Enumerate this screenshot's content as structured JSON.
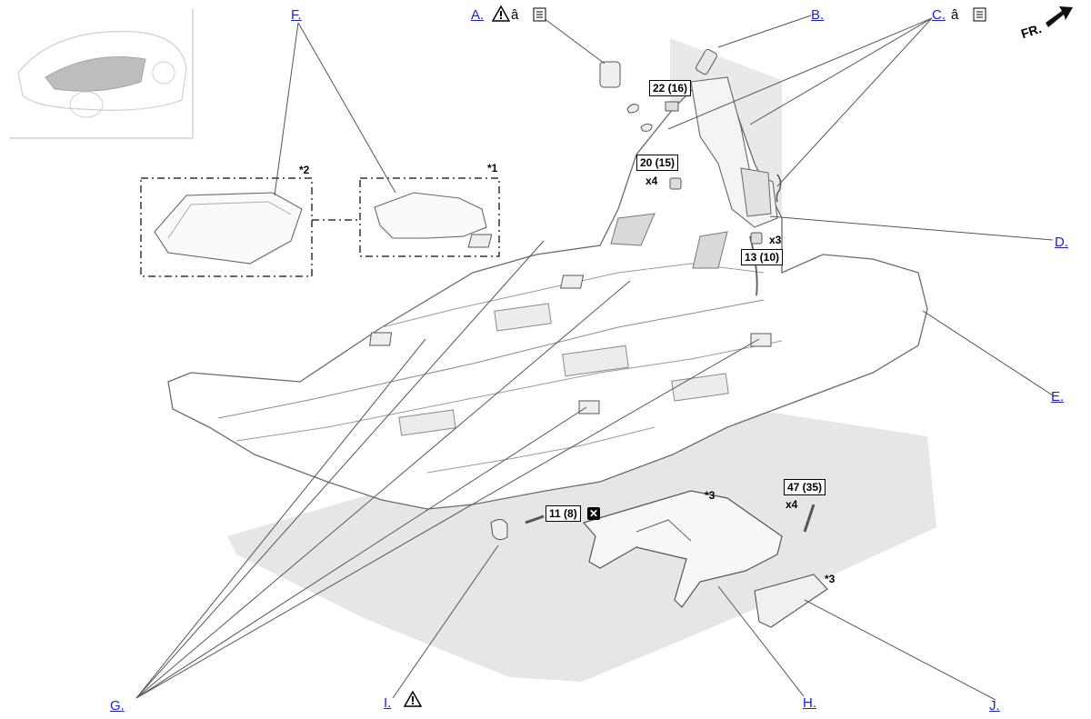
{
  "callouts": {
    "a": "A.",
    "b": "B.",
    "c": "C.",
    "d": "D.",
    "e": "E.",
    "f": "F.",
    "g": "G.",
    "h": "H.",
    "i": "I.",
    "j": "J."
  },
  "callout_suffix": "â",
  "torque": {
    "t22": "22 (16)",
    "t20": "20 (15)",
    "t13": "13 (10)",
    "t11": "11 (8)",
    "t47": "47 (35)"
  },
  "quantities": {
    "q20": "x4",
    "q13": "x3",
    "q47": "x4"
  },
  "notes": {
    "n1": "*1",
    "n2": "*2",
    "n3a": "*3",
    "n3b": "*3"
  },
  "replace_mark": "✕",
  "front_label": "FR.",
  "icons": {
    "warning": "warning-triangle-icon",
    "connector": "connector-icon",
    "replace": "replace-part-icon",
    "front_arrow": "front-direction-arrow-icon"
  },
  "colors": {
    "link": "#1a1aff",
    "line": "#555555",
    "body_shade": "#e3e3e3"
  }
}
